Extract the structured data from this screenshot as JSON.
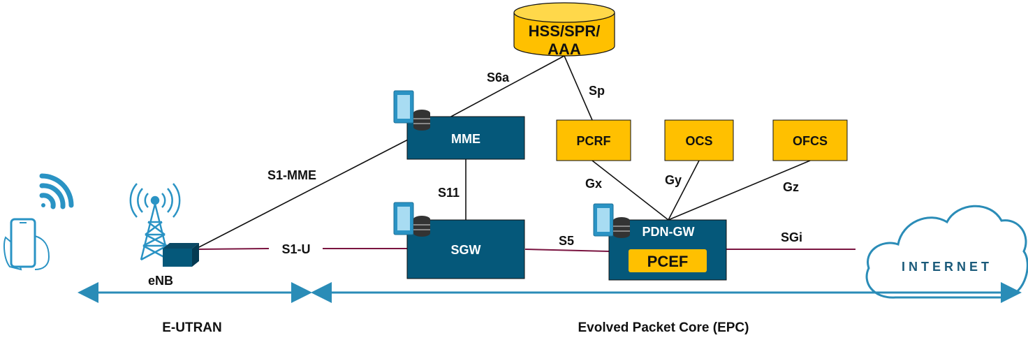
{
  "colors": {
    "node_blue": "#05587a",
    "node_yellow": "#ffc000",
    "icon_blue": "#2a93c4",
    "user_plane": "#7a1440",
    "control_plane": "#111111",
    "arrow": "#2a8cb7"
  },
  "nodes": {
    "hss": {
      "line1": "HSS/SPR/",
      "line2": "AAA"
    },
    "mme": {
      "label": "MME"
    },
    "sgw": {
      "label": "SGW"
    },
    "pdngw": {
      "label": "PDN-GW",
      "inner": "PCEF"
    },
    "pcrf": {
      "label": "PCRF"
    },
    "ocs": {
      "label": "OCS"
    },
    "ofcs": {
      "label": "OFCS"
    },
    "enb": {
      "label": "eNB"
    },
    "internet": {
      "label": "INTERNET"
    }
  },
  "interfaces": {
    "s6a": "S6a",
    "sp": "Sp",
    "s1mme": "S1-MME",
    "s11": "S11",
    "s1u": "S1-U",
    "s5": "S5",
    "gx": "Gx",
    "gy": "Gy",
    "gz": "Gz",
    "sgi": "SGi"
  },
  "domains": {
    "eutran": "E-UTRAN",
    "epc": "Evolved Packet Core (EPC)"
  },
  "icons": [
    "smartphone-icon",
    "wifi-signal-icon",
    "cell-tower-icon",
    "server-database-icon",
    "cloud-icon"
  ]
}
